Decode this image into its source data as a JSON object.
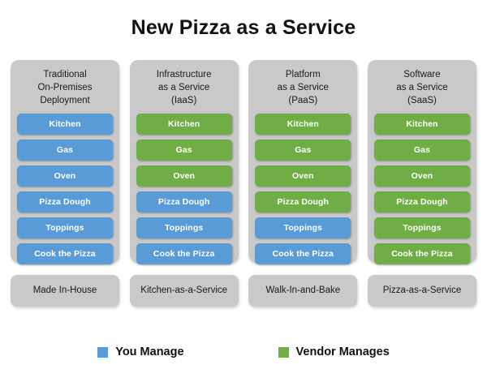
{
  "title": "New Pizza as a Service",
  "colors": {
    "you_manage": "#5b9bd5",
    "vendor_manages": "#70ad47",
    "panel_gray": "#c9c9c9",
    "background": "#ffffff",
    "text": "#1a1a1a"
  },
  "legend": {
    "entries": [
      {
        "label": "You Manage",
        "swatch": "#5b9bd5",
        "key": "you"
      },
      {
        "label": "Vendor Manages",
        "swatch": "#70ad47",
        "key": "vendor"
      }
    ]
  },
  "columns": [
    {
      "id": "on-premises",
      "header_lines": [
        "Traditional",
        "On-Premises",
        "Deployment"
      ],
      "footer": "Made In-House",
      "items": [
        {
          "label": "Kitchen",
          "managed_by": "you"
        },
        {
          "label": "Gas",
          "managed_by": "you"
        },
        {
          "label": "Oven",
          "managed_by": "you"
        },
        {
          "label": "Pizza Dough",
          "managed_by": "you"
        },
        {
          "label": "Toppings",
          "managed_by": "you"
        },
        {
          "label": "Cook the Pizza",
          "managed_by": "you"
        }
      ]
    },
    {
      "id": "iaas",
      "header_lines": [
        "Infrastructure",
        "as a Service",
        "(IaaS)"
      ],
      "footer": "Kitchen-as-a-Service",
      "items": [
        {
          "label": "Kitchen",
          "managed_by": "vendor"
        },
        {
          "label": "Gas",
          "managed_by": "vendor"
        },
        {
          "label": "Oven",
          "managed_by": "vendor"
        },
        {
          "label": "Pizza Dough",
          "managed_by": "you"
        },
        {
          "label": "Toppings",
          "managed_by": "you"
        },
        {
          "label": "Cook the Pizza",
          "managed_by": "you"
        }
      ]
    },
    {
      "id": "paas",
      "header_lines": [
        "Platform",
        "as a Service",
        "(PaaS)"
      ],
      "footer": "Walk-In-and-Bake",
      "items": [
        {
          "label": "Kitchen",
          "managed_by": "vendor"
        },
        {
          "label": "Gas",
          "managed_by": "vendor"
        },
        {
          "label": "Oven",
          "managed_by": "vendor"
        },
        {
          "label": "Pizza Dough",
          "managed_by": "vendor"
        },
        {
          "label": "Toppings",
          "managed_by": "you"
        },
        {
          "label": "Cook the Pizza",
          "managed_by": "you"
        }
      ]
    },
    {
      "id": "saas",
      "header_lines": [
        "Software",
        "as a Service",
        "(SaaS)"
      ],
      "footer": "Pizza-as-a-Service",
      "items": [
        {
          "label": "Kitchen",
          "managed_by": "vendor"
        },
        {
          "label": "Gas",
          "managed_by": "vendor"
        },
        {
          "label": "Oven",
          "managed_by": "vendor"
        },
        {
          "label": "Pizza Dough",
          "managed_by": "vendor"
        },
        {
          "label": "Toppings",
          "managed_by": "vendor"
        },
        {
          "label": "Cook the Pizza",
          "managed_by": "vendor"
        }
      ]
    }
  ]
}
